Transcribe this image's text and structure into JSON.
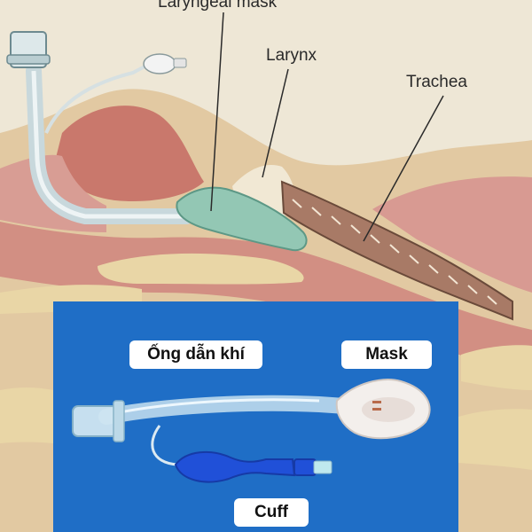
{
  "anatomy": {
    "labels": {
      "laryngeal_mask": "Laryngeal mask",
      "larynx": "Larynx",
      "trachea": "Trachea"
    }
  },
  "photo": {
    "labels": {
      "tube": "Ống dẫn khí",
      "mask": "Mask",
      "cuff": "Cuff"
    }
  },
  "colors": {
    "tissue_beige": "#e6ddc6",
    "muscle_pink": "#d99a90",
    "airway_mask_green": "#93c7b4",
    "photo_background": "#1f6ec6",
    "cuff_blue": "#2050d8"
  }
}
